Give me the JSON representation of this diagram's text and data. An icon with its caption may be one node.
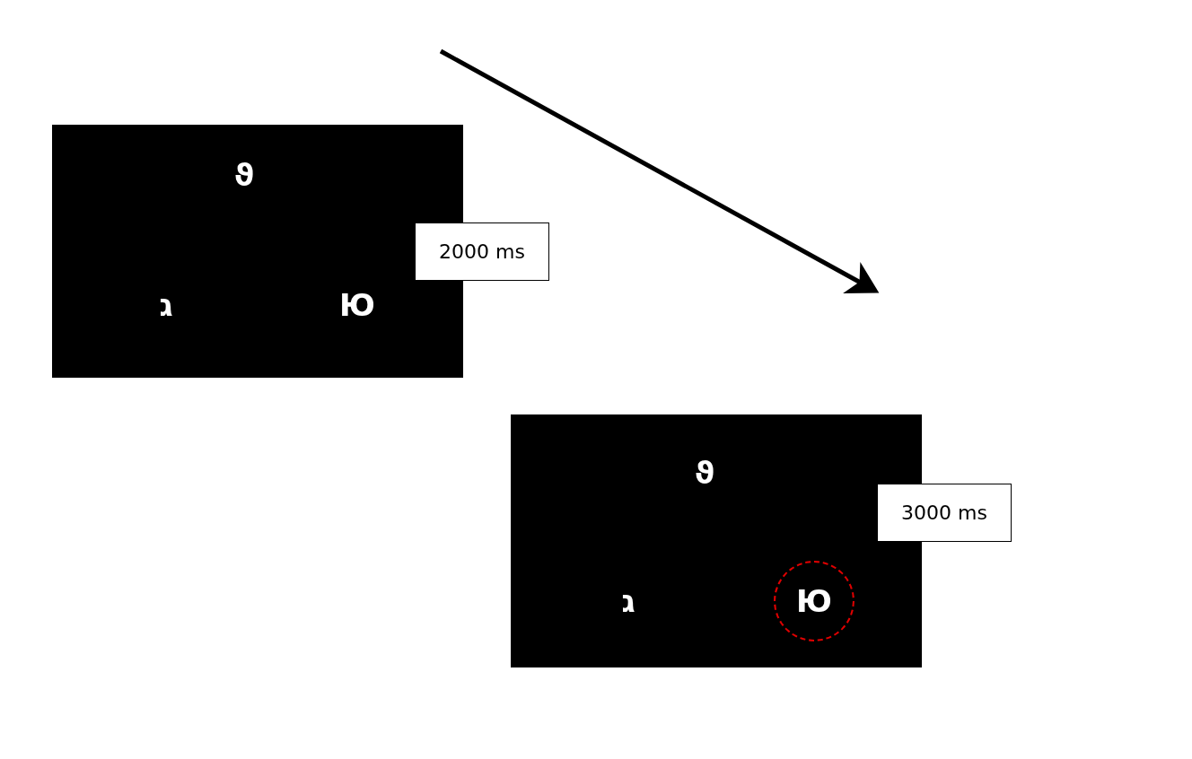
{
  "diagram": {
    "nodes": [
      {
        "text": [
          "ϑ",
          "ג",
          "Ю"
        ]
      },
      {
        "text": [
          "2000 ms"
        ]
      },
      {
        "text": [
          "ϑ",
          "ג"
        ]
      },
      {
        "text": [
          "3000 ms"
        ]
      },
      {
        "text": [
          "Ю"
        ],
        "in": 2
      }
    ]
  }
}
